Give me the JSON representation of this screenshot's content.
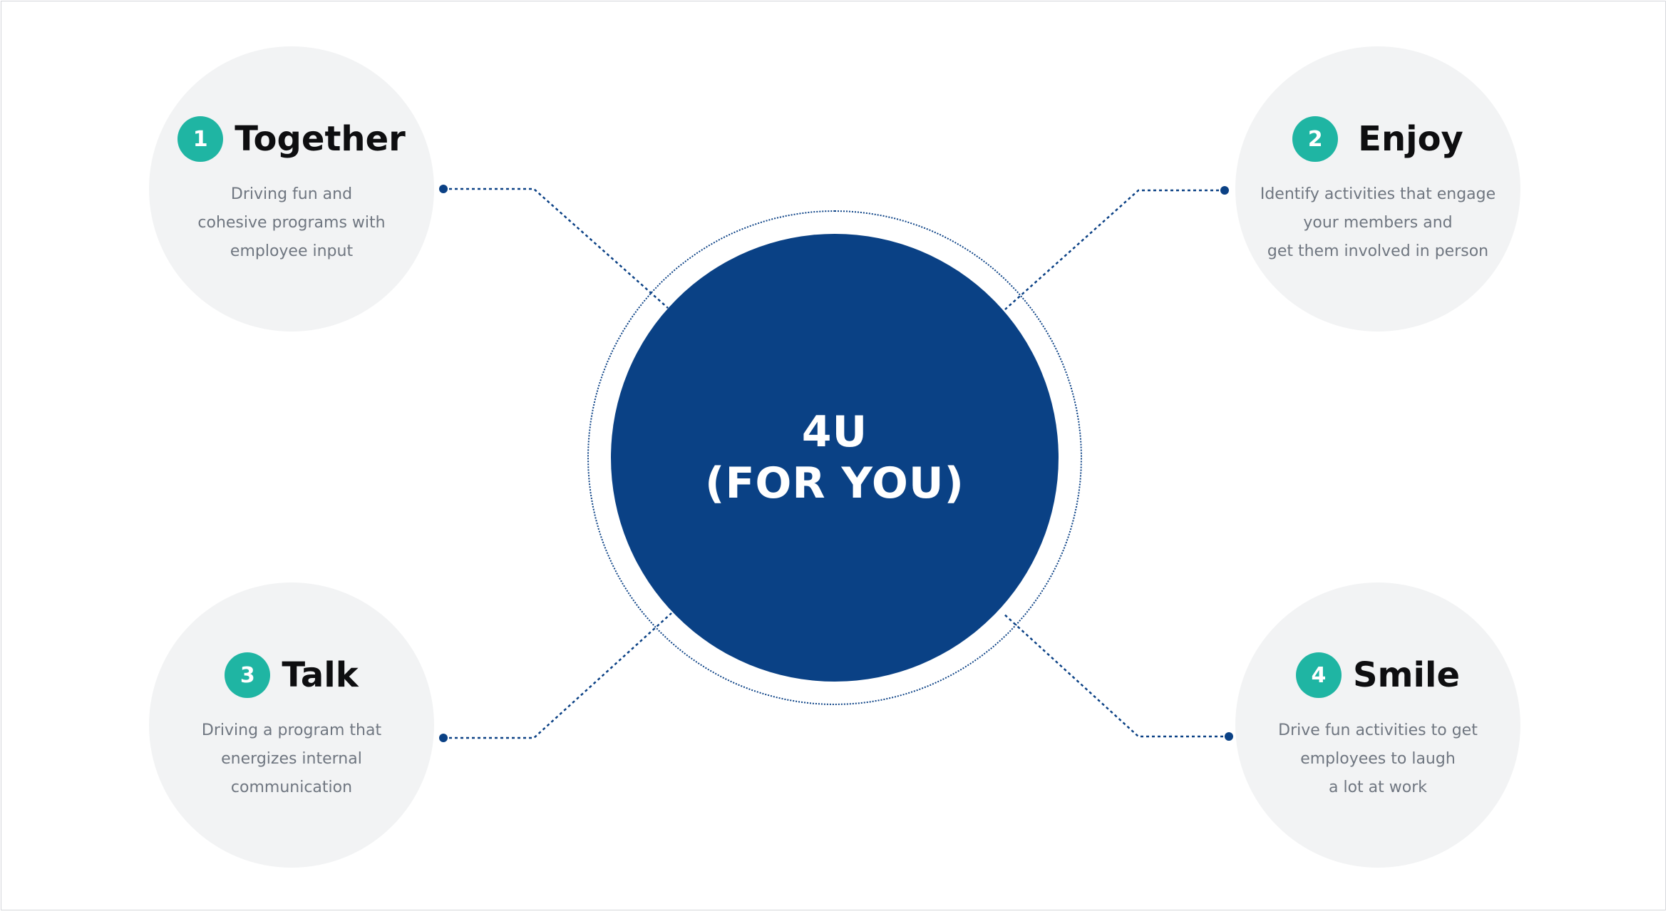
{
  "center": {
    "line1": "4U",
    "line2": "(FOR YOU)"
  },
  "items": [
    {
      "number": "1",
      "title": "Together",
      "description": [
        "Driving fun and",
        "cohesive programs with",
        "employee input"
      ]
    },
    {
      "number": "2",
      "title": "Enjoy",
      "description": [
        "Identify activities that engage",
        "your members and",
        "get them involved in person"
      ]
    },
    {
      "number": "3",
      "title": "Talk",
      "description": [
        "Driving a program that",
        "energizes internal",
        "communication"
      ]
    },
    {
      "number": "4",
      "title": "Smile",
      "description": [
        "Drive fun activities to get",
        "employees to laugh",
        "a lot at work"
      ]
    }
  ],
  "colors": {
    "core": "#0a4185",
    "badge": "#1fb5a3",
    "node_background": "#f2f3f4",
    "title_text": "#0e0e10",
    "description_text": "#6f7680",
    "connector": "#0b4185"
  }
}
